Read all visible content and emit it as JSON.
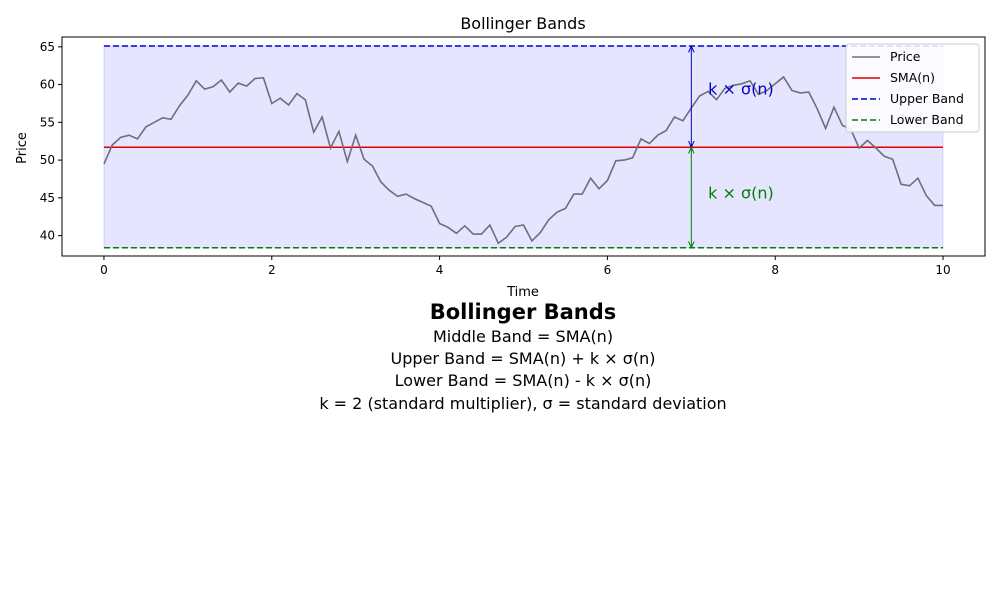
{
  "chart_data": {
    "type": "line",
    "title": "Bollinger Bands",
    "xlabel": "Time",
    "ylabel": "Price",
    "xlim": [
      -0.5,
      10.5
    ],
    "ylim": [
      37.3,
      66.3
    ],
    "xticks": [
      0,
      2,
      4,
      6,
      8,
      10
    ],
    "yticks": [
      40,
      45,
      50,
      55,
      60,
      65
    ],
    "grid": false,
    "legend_position": "top-right",
    "sma": 51.7,
    "upper_band": 65.1,
    "lower_band": 38.4,
    "series": [
      {
        "name": "Price",
        "color": "#6f6f78",
        "x": [
          0.0,
          0.1,
          0.2,
          0.3,
          0.4,
          0.5,
          0.6,
          0.7,
          0.8,
          0.9,
          1.0,
          1.1,
          1.2,
          1.3,
          1.4,
          1.5,
          1.6,
          1.7,
          1.8,
          1.9,
          2.0,
          2.1,
          2.2,
          2.3,
          2.4,
          2.5,
          2.6,
          2.7,
          2.8,
          2.9,
          3.0,
          3.1,
          3.2,
          3.3,
          3.4,
          3.5,
          3.6,
          3.7,
          3.8,
          3.9,
          4.0,
          4.1,
          4.2,
          4.3,
          4.4,
          4.5,
          4.6,
          4.7,
          4.8,
          4.9,
          5.0,
          5.1,
          5.2,
          5.3,
          5.4,
          5.5,
          5.6,
          5.7,
          5.8,
          5.9,
          6.0,
          6.1,
          6.2,
          6.3,
          6.4,
          6.5,
          6.6,
          6.7,
          6.8,
          6.9,
          7.0,
          7.1,
          7.2,
          7.3,
          7.4,
          7.5,
          7.6,
          7.7,
          7.8,
          7.9,
          8.0,
          8.1,
          8.2,
          8.3,
          8.4,
          8.5,
          8.6,
          8.7,
          8.8,
          8.9,
          9.0,
          9.1,
          9.2,
          9.3,
          9.4,
          9.5,
          9.6,
          9.7,
          9.8,
          9.9,
          10.0
        ],
        "y": [
          49.5,
          52.0,
          53.0,
          53.3,
          52.8,
          54.4,
          55.0,
          55.6,
          55.4,
          57.2,
          58.6,
          60.5,
          59.4,
          59.7,
          60.6,
          59.0,
          60.2,
          59.8,
          60.8,
          60.9,
          57.5,
          58.2,
          57.3,
          58.8,
          58.0,
          53.7,
          55.7,
          51.6,
          53.8,
          49.8,
          53.3,
          50.1,
          49.2,
          47.1,
          46.0,
          45.2,
          45.5,
          44.9,
          44.4,
          43.9,
          41.6,
          41.1,
          40.3,
          41.3,
          40.2,
          40.2,
          41.4,
          39.0,
          39.8,
          41.2,
          41.4,
          39.3,
          40.4,
          42.1,
          43.1,
          43.6,
          45.5,
          45.5,
          47.6,
          46.2,
          47.3,
          49.9,
          50.0,
          50.3,
          52.8,
          52.2,
          53.3,
          53.9,
          55.7,
          55.2,
          56.9,
          58.5,
          59.1,
          58.0,
          59.5,
          59.9,
          60.1,
          60.5,
          58.7,
          59.2,
          60.1,
          61.0,
          59.2,
          58.9,
          59.0,
          56.8,
          54.2,
          57.0,
          54.6,
          54.1,
          51.6,
          52.6,
          51.6,
          50.5,
          50.1,
          46.8,
          46.6,
          47.6,
          45.3,
          44.0,
          44.0
        ]
      },
      {
        "name": "SMA(n)",
        "color": "#e00000"
      },
      {
        "name": "Upper Band",
        "color": "#0000cc"
      },
      {
        "name": "Lower Band",
        "color": "#007f00"
      }
    ],
    "annotations": [
      {
        "text": "k × σ(n)",
        "x": 7.2,
        "y": 59.3,
        "color": "#0000cc",
        "arrow_from": 65.1,
        "arrow_to": 51.7,
        "arrow_x": 7.0
      },
      {
        "text": "k × σ(n)",
        "x": 7.2,
        "y": 45.5,
        "color": "#007f00",
        "arrow_from": 51.7,
        "arrow_to": 38.4,
        "arrow_x": 7.0
      }
    ]
  },
  "formula": {
    "title": "Bollinger Bands",
    "lines": [
      "Middle Band = SMA(n)",
      "Upper Band = SMA(n) + k × σ(n)",
      "Lower Band = SMA(n) - k × σ(n)",
      "k = 2 (standard multiplier), σ = standard deviation"
    ]
  }
}
